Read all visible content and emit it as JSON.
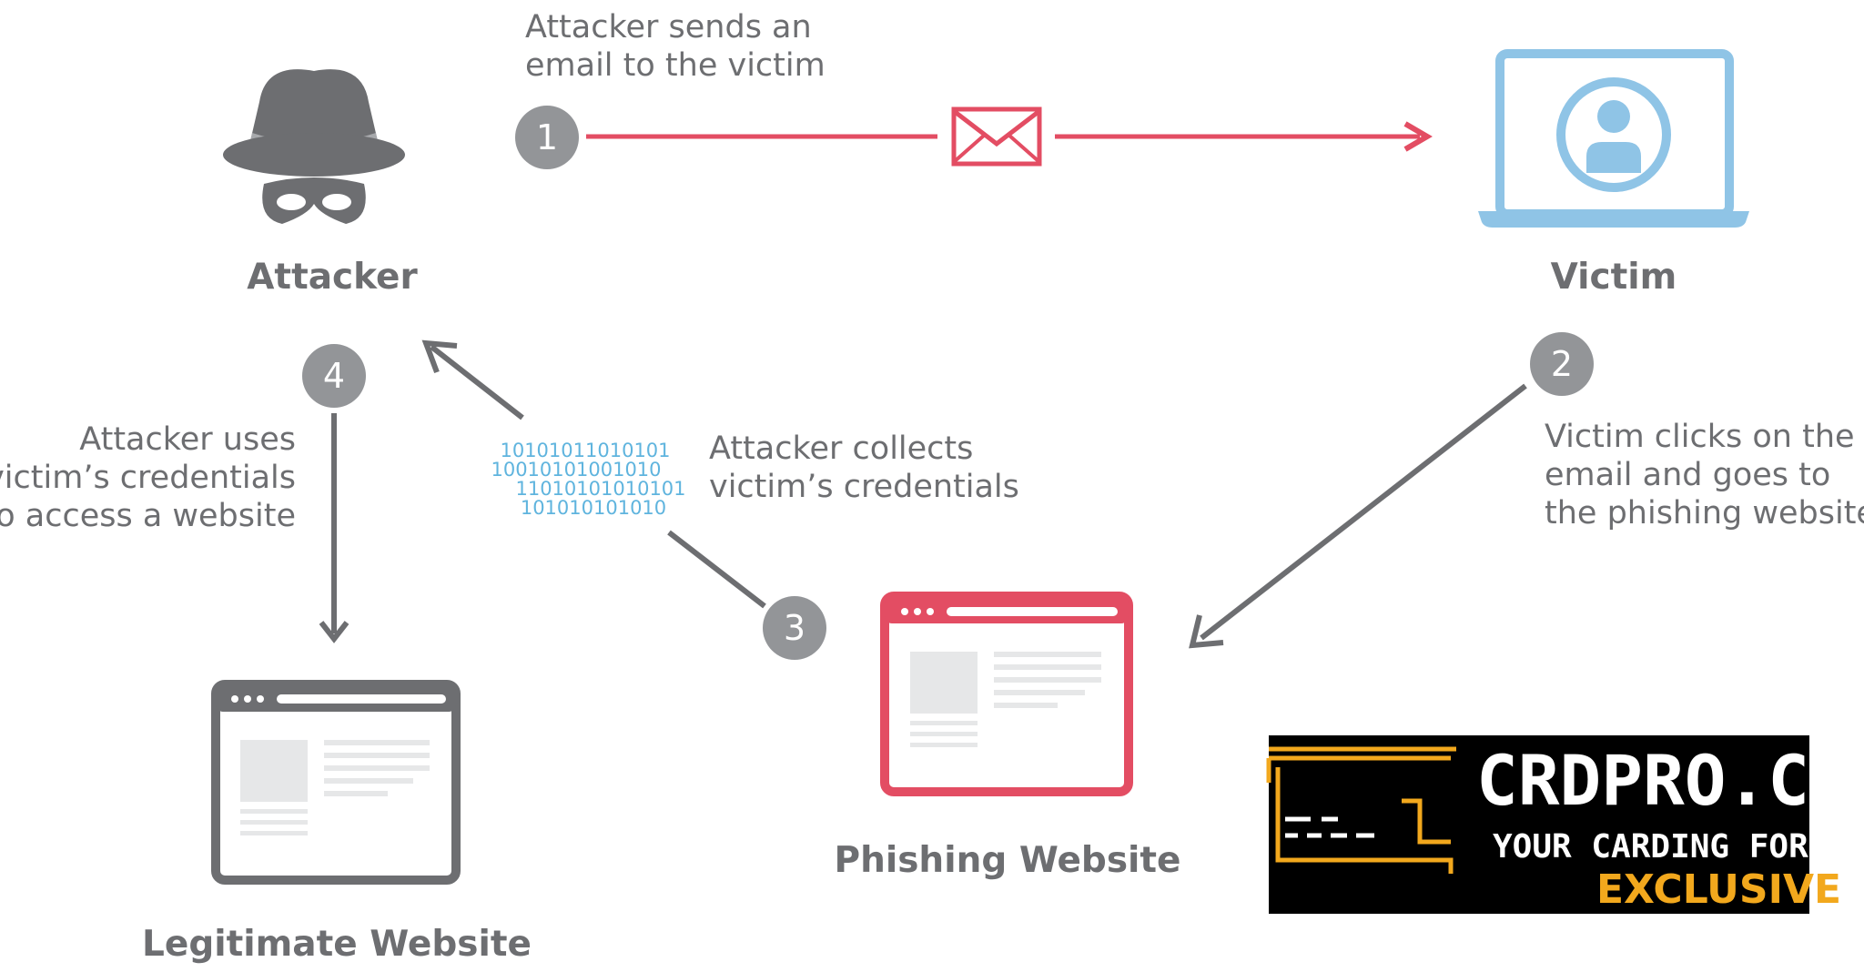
{
  "nodes": {
    "attacker": "Attacker",
    "victim": "Victim",
    "phishing": "Phishing Website",
    "legitimate": "Legitimate Website"
  },
  "steps": [
    {
      "number": "1",
      "lines": [
        "Attacker sends an",
        "email to the victim"
      ]
    },
    {
      "number": "2",
      "lines": [
        "Victim clicks on the",
        "email and goes to",
        "the phishing website"
      ]
    },
    {
      "number": "3",
      "lines": [
        "Attacker collects",
        "victim’s credentials"
      ]
    },
    {
      "number": "4",
      "lines": [
        "Attacker uses",
        "victim’s credentials",
        "to access a website"
      ]
    }
  ],
  "binary": [
    "10101011010101",
    "10010101001010",
    "11010101010101",
    "101010101010"
  ],
  "logo": {
    "name": "CRDPRO.CC",
    "tagline": "YOUR CARDING FORUM",
    "badge": "EXCLUSIVE"
  },
  "colors": {
    "text": "#6d6e71",
    "accent": "#e34d63",
    "victim": "#8fc4e6",
    "step_circle": "#939598",
    "arrow_gray": "#6d6e71",
    "binary": "#5fb4de",
    "logo_orange": "#f2a81d"
  },
  "icons": {
    "attacker": "spy-hat-icon",
    "victim": "laptop-user-icon",
    "email": "envelope-icon",
    "phishing": "browser-window-icon",
    "legitimate": "browser-window-icon"
  }
}
